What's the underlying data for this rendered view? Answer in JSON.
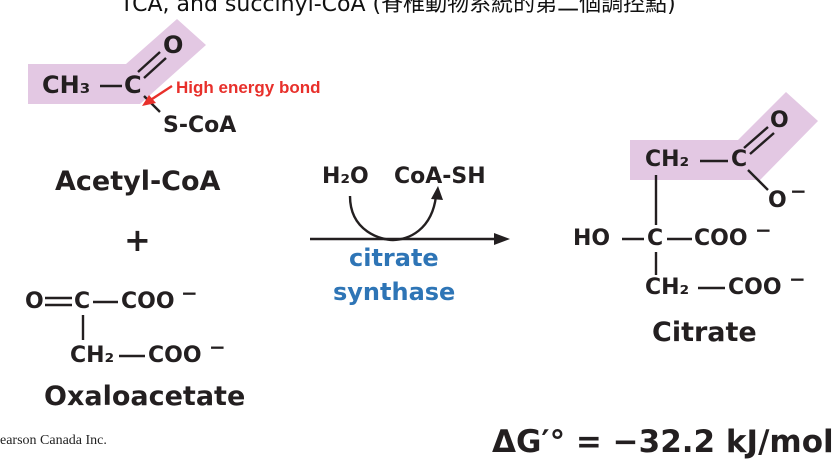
{
  "header_fragment": "TCA, and succinyl-CoA (脊椎動物系統的第二個調控點)",
  "annotation": {
    "high_energy_bond": "High energy bond"
  },
  "acetyl_coa": {
    "ch3": "CH₃",
    "c": "C",
    "o": "O",
    "scoa": "S-CoA",
    "label": "Acetyl-CoA"
  },
  "plus": "+",
  "oxaloacetate": {
    "o": "O",
    "c": "C",
    "coo1": "COO",
    "minus1": "−",
    "ch2": "CH₂",
    "coo2": "COO",
    "minus2": "−",
    "label": "Oxaloacetate"
  },
  "reaction": {
    "h2o": "H₂O",
    "coash": "CoA-SH",
    "enzyme_line1": "citrate",
    "enzyme_line2": "synthase"
  },
  "citrate": {
    "ch2_top": "CH₂",
    "c_top": "C",
    "o_top": "O",
    "o_minus": "O",
    "minus_o": "−",
    "ho": "HO",
    "c_mid": "C",
    "coo_mid": "COO",
    "minus_mid": "−",
    "ch2_bot": "CH₂",
    "coo_bot": "COO",
    "minus_bot": "−",
    "label": "Citrate"
  },
  "free_energy": "ΔG′° = −32.2 kJ/mol",
  "credit": "earson Canada Inc.",
  "colors": {
    "highlight": "#e3c8e3",
    "enzyme": "#2e75b6",
    "annotation": "#e8302b",
    "ink": "#231f20"
  }
}
